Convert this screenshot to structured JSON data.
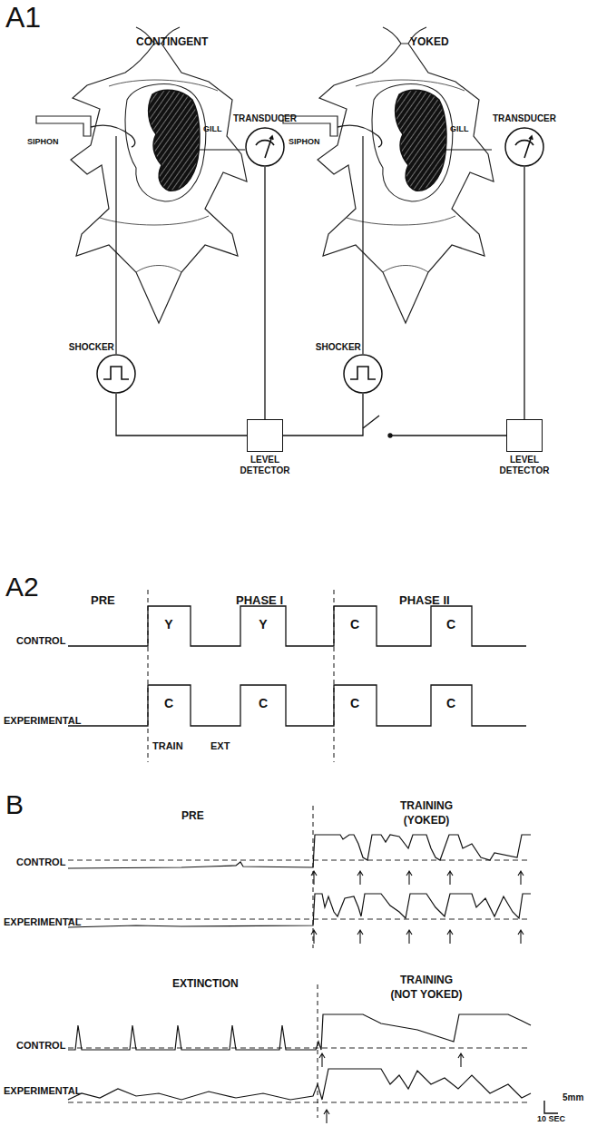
{
  "diagram": {
    "nodes": [
      {
        "text": [
          "TRANSDUCER"
        ]
      },
      {
        "text": [
          "SHOCKER"
        ]
      },
      {
        "text": [
          "LEVEL DETECTOR"
        ]
      },
      {
        "text": [
          "TRANSDUCER"
        ]
      },
      {
        "text": [
          "SHOCKER"
        ]
      },
      {
        "text": [
          "LEVEL DETECTOR"
        ]
      }
    ],
    "edges": [
      {
        "from": 0,
        "to": 2,
        "arrow": "none"
      },
      {
        "from": 1,
        "to": 2,
        "arrow": "none"
      },
      {
        "from": 2,
        "to": 4,
        "arrow": "none"
      },
      {
        "from": 3,
        "to": 5,
        "arrow": "none"
      }
    ],
    "labels": [
      "A1",
      "CONTINGENT",
      "YOKED",
      "SIPHON",
      "GILL",
      "SIPHON",
      "GILL",
      "A2",
      "PRE",
      "PHASE I",
      "PHASE II",
      "CONTROL",
      "EXPERIMENTAL",
      "Y",
      "Y",
      "C",
      "C",
      "C",
      "C",
      "C",
      "C",
      "TRAIN",
      "EXT",
      "B",
      "PRE",
      "TRAINING",
      "(YOKED)",
      "CONTROL",
      "EXPERIMENTAL",
      "EXTINCTION",
      "TRAINING",
      "(NOT YOKED)",
      "CONTROL",
      "EXPERIMENTAL",
      "5mm",
      "10 SEC"
    ]
  }
}
